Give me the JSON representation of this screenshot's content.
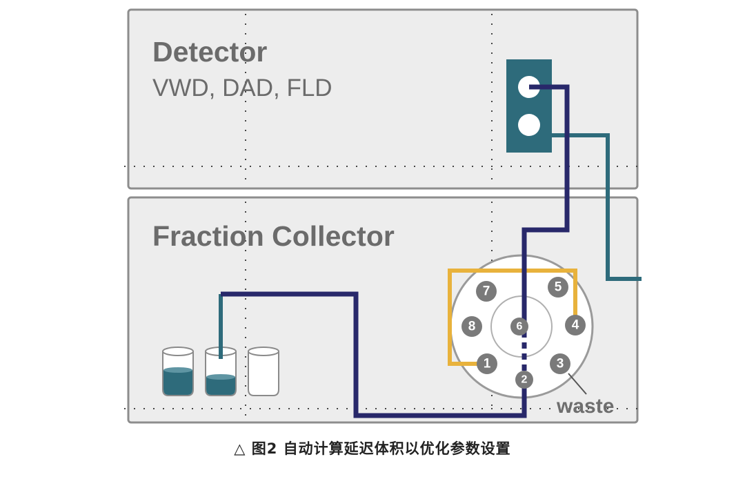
{
  "detector": {
    "title": "Detector",
    "subtitle": "VWD, DAD, FLD"
  },
  "fraction_collector": {
    "title": "Fraction Collector"
  },
  "valve": {
    "ports": [
      "1",
      "2",
      "3",
      "4",
      "5",
      "6",
      "7",
      "8"
    ],
    "waste_label": "waste"
  },
  "caption": "△ 图2 自动计算延迟体积以优化参数设置",
  "colors": {
    "panel_fill": "#ededed",
    "panel_border": "#8d8d8d",
    "dark_line": "#28286a",
    "teal": "#2e6b7b",
    "loop": "#e8b23c",
    "port": "#7a7a7a"
  }
}
